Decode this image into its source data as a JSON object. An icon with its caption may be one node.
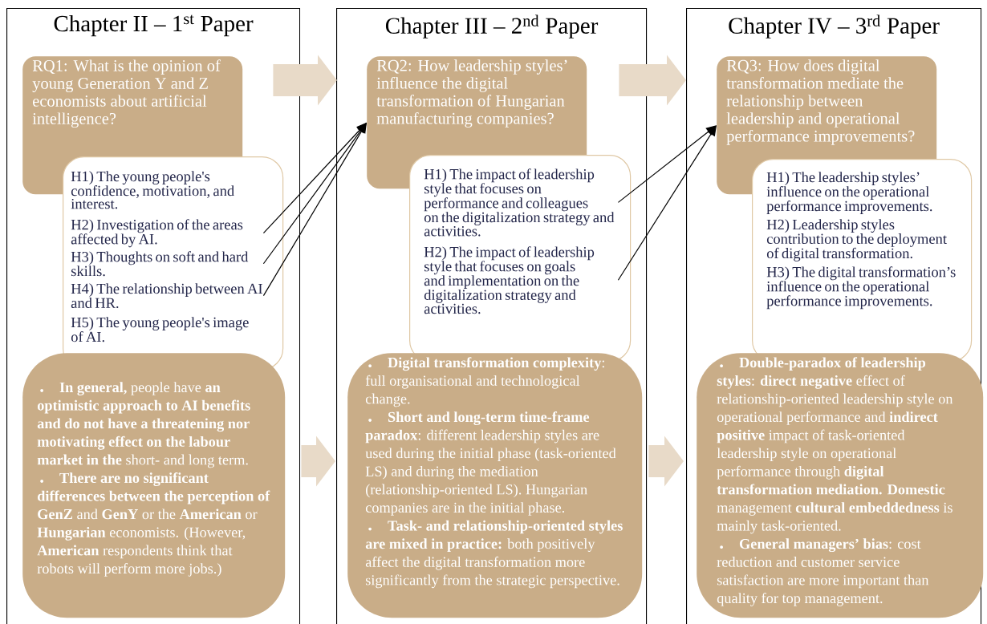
{
  "diagram": {
    "nodes": [
      {
        "text": [
          "Chapter II – 1$^{st}$ Paper"
        ]
      },
      {
        "text": [
          "RQ1: What is the opinion of young Generation Y and Z economists about artificial intelligence?"
        ],
        "in": 0
      },
      {
        "text": [],
        "shape": "box",
        "in": 0
      },
      {
        "text": [
          "H1) The young people's confidence, motivation, and interest."
        ],
        "in": 2
      },
      {
        "text": [
          "H2) Investigation of the areas affected by AI."
        ],
        "in": 2
      },
      {
        "text": [
          "H3) Thoughts on soft and hard skills."
        ],
        "in": 2
      },
      {
        "text": [
          "H4) The relationship between AI and HR."
        ],
        "in": 2
      },
      {
        "text": [
          "H5) The young people's image of AI."
        ],
        "in": 2
      },
      {
        "text": [
          "**In general,** people have **an optimistic approach to AI benefits and do not have a threatening nor motivating effect on the labour market in the** short- and long term.",
          "**There are no significant differences between the perception of GenZ** and **GenY** or the **American** or **Hungarian** economists. (However, **American** respondents think that robots will perform more jobs.)"
        ],
        "in": 0
      },
      {
        "text": [
          "Chapter III – 2$^{nd}$ Paper"
        ]
      },
      {
        "text": [
          "RQ2: How leadership styles’ influence the digital transformation of Hungarian manufacturing companies?"
        ],
        "in": 9
      },
      {
        "text": [],
        "shape": "box",
        "in": 9
      },
      {
        "text": [
          "H1) The impact of leadership style that focuses on performance and colleagues on the digitalization strategy and activities."
        ],
        "in": 11
      },
      {
        "text": [
          "H2) The impact of leadership style that focuses on goals and implementation on the digitalization strategy and activities."
        ],
        "in": 11
      },
      {
        "text": [
          "**Digital transformation complexity**: full organisational and technological change.",
          "**Short and long-term time-frame paradox**: different leadership styles are used during the initial phase (task-oriented LS) and during the mediation (relationship-oriented LS). Hungarian companies are in the initial phase.",
          "**Task- and relationship-oriented styles are mixed in practice:** both positively affect the digital transformation more significantly from the strategic perspective."
        ],
        "in": 9
      },
      {
        "text": [
          "Chapter IV – 3$^{rd}$ Paper"
        ]
      },
      {
        "text": [
          "RQ3: How does digital transformation mediate the relationship between leadership and operational performance improvements?"
        ],
        "in": 15
      },
      {
        "text": [],
        "shape": "box",
        "in": 15
      },
      {
        "text": [
          "H1) The leadership styles’ influence on the operational performance improvements."
        ],
        "in": 17
      },
      {
        "text": [
          "H2) Leadership styles contribution to the deployment of digital transformation."
        ],
        "in": 17
      },
      {
        "text": [
          "H3) The digital transformation’s influence on the operational performance improvements."
        ],
        "in": 17
      },
      {
        "text": [
          "**Double-paradox of leadership styles**: **direct negative** effect of relationship-oriented leadership style on operational performance and **indirect positive** impact of task-oriented leadership style on operational performance through **digital transformation mediation. Domestic** management **cultural embeddedness** is mainly task-oriented.",
          "**General managers’ bias**: cost reduction and customer service satisfaction are more important than quality for top management."
        ],
        "in": 15
      }
    ],
    "edges": [
      {
        "from": 1,
        "to": 10,
        "arrow": "to",
        "style": "thick",
        "color": "#e8dac8"
      },
      {
        "from": 10,
        "to": 16,
        "arrow": "to",
        "style": "thick",
        "color": "#e8dac8"
      },
      {
        "from": 8,
        "to": 14,
        "arrow": "to",
        "style": "thick",
        "color": "#e8dac8"
      },
      {
        "from": 14,
        "to": 21,
        "arrow": "to",
        "style": "thick",
        "color": "#e8dac8"
      },
      {
        "from": 4,
        "to": 10,
        "arrow": "to"
      },
      {
        "from": 5,
        "to": 10,
        "arrow": "to"
      },
      {
        "from": 6,
        "to": 10,
        "arrow": "to"
      },
      {
        "from": 12,
        "to": 16,
        "arrow": "to"
      },
      {
        "from": 13,
        "to": 16,
        "arrow": "to"
      }
    ]
  }
}
